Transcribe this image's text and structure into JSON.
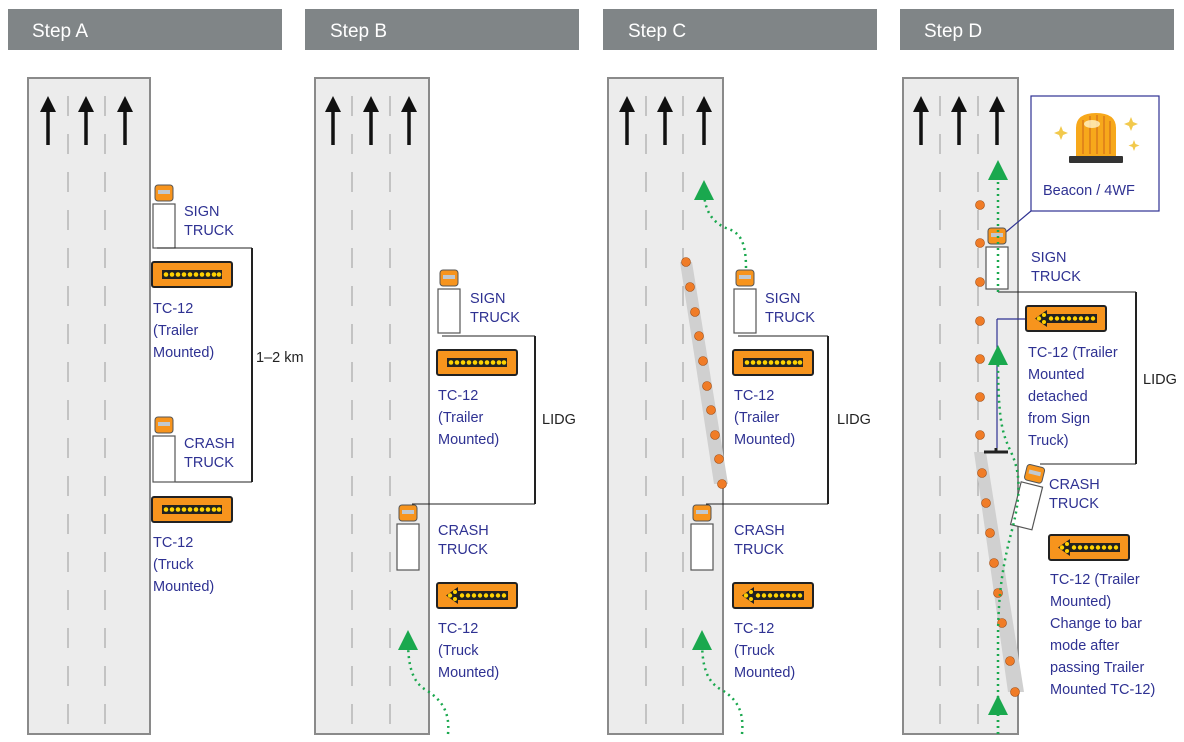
{
  "colors": {
    "header_bg": "#808587",
    "road": "#ececec",
    "road_border": "#8a8a8a",
    "lane_dash": "#9a9a9a",
    "label_blue": "#2e3192",
    "sign_orange": "#f7941d",
    "cone": "#f07c27",
    "path_green": "#1aa84e",
    "taper": "#d0d0d0"
  },
  "panels": [
    {
      "step": "Step A",
      "labels": {
        "sign_truck": [
          "SIGN",
          "TRUCK"
        ],
        "tc12_trailer": [
          "TC-12",
          "(Trailer",
          "Mounted)"
        ],
        "distance": "1–2 km",
        "crash_truck": [
          "CRASH",
          "TRUCK"
        ],
        "tc12_truck": [
          "TC-12",
          "(Truck",
          "Mounted)"
        ]
      }
    },
    {
      "step": "Step B",
      "labels": {
        "sign_truck": [
          "SIGN",
          "TRUCK"
        ],
        "tc12_trailer": [
          "TC-12",
          "(Trailer",
          "Mounted)"
        ],
        "distance": "LIDG",
        "crash_truck": [
          "CRASH",
          "TRUCK"
        ],
        "tc12_truck": [
          "TC-12",
          "(Truck",
          "Mounted)"
        ]
      }
    },
    {
      "step": "Step C",
      "labels": {
        "sign_truck": [
          "SIGN",
          "TRUCK"
        ],
        "tc12_trailer": [
          "TC-12",
          "(Trailer",
          "Mounted)"
        ],
        "distance": "LIDG",
        "crash_truck": [
          "CRASH",
          "TRUCK"
        ],
        "tc12_truck": [
          "TC-12",
          "(Truck",
          "Mounted)"
        ]
      }
    },
    {
      "step": "Step D",
      "labels": {
        "beacon": "Beacon / 4WF",
        "sign_truck": [
          "SIGN",
          "TRUCK"
        ],
        "tc12_detached": [
          "TC-12 (Trailer",
          "Mounted",
          "detached",
          "from Sign",
          "Truck)"
        ],
        "distance": "LIDG",
        "crash_truck": [
          "CRASH",
          "TRUCK"
        ],
        "tc12_bar": [
          "TC-12 (Trailer",
          "Mounted)",
          "Change to bar",
          "mode after",
          "passing Trailer",
          "Mounted TC-12)"
        ]
      }
    }
  ]
}
